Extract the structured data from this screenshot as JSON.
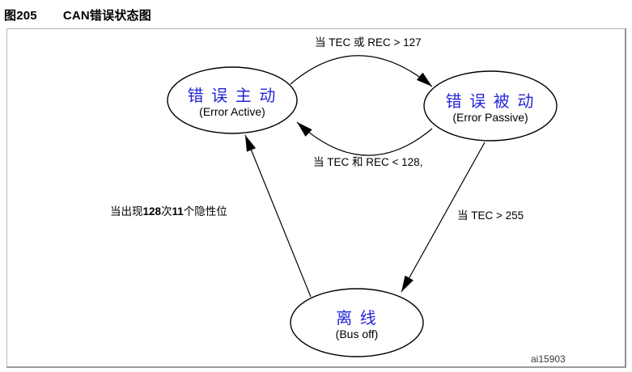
{
  "title": {
    "figure_label": "图205",
    "figure_title": "CAN错误状态图"
  },
  "diagram": {
    "type": "state-diagram",
    "states": [
      {
        "id": "error-active",
        "zh": "错 误 主 动",
        "en": "(Error Active)"
      },
      {
        "id": "error-passive",
        "zh": "错 误 被 动",
        "en": "(Error Passive)"
      },
      {
        "id": "bus-off",
        "zh": "离 线",
        "en": "(Bus off)"
      }
    ],
    "transitions": [
      {
        "name": "active-to-passive",
        "label": "当 TEC 或 REC > 127"
      },
      {
        "name": "passive-to-active",
        "label": "当 TEC 和 REC < 128,"
      },
      {
        "name": "busoff-to-active",
        "parts": [
          "当出现",
          "128",
          "次",
          "11",
          "个隐性位"
        ]
      },
      {
        "name": "passive-to-busoff",
        "label": "当 TEC > 255"
      }
    ],
    "watermark": "ai15903",
    "colors": {
      "state_text": "#2626d8",
      "line": "#000000",
      "border": "#b8b8b8"
    }
  }
}
